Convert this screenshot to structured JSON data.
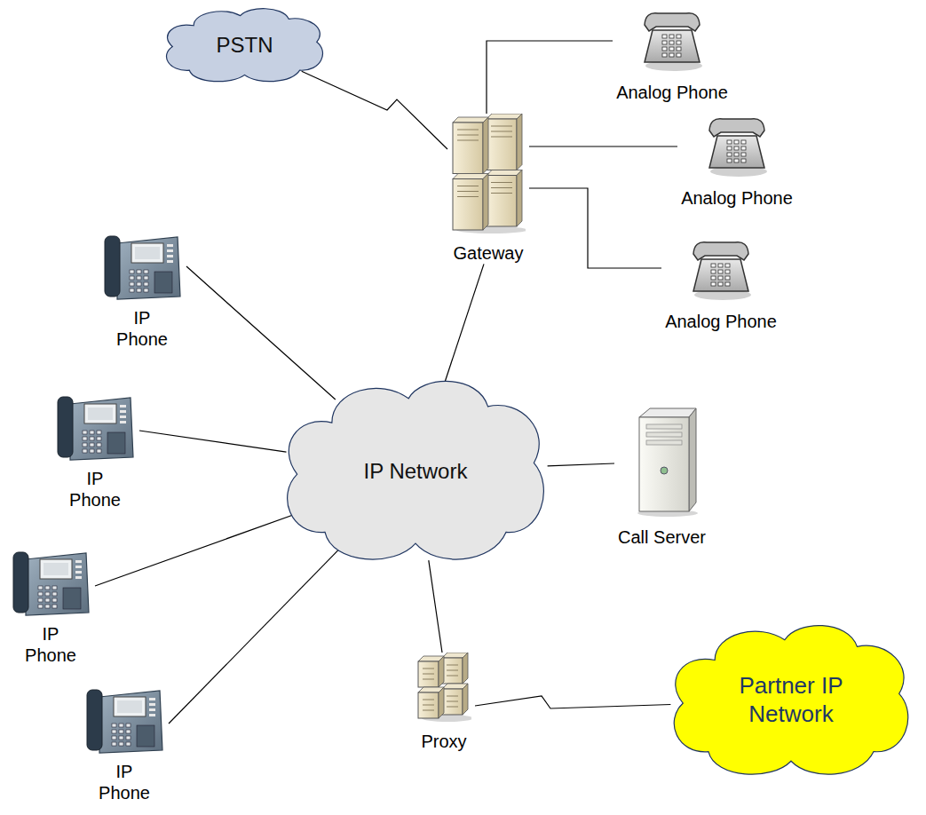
{
  "diagram": {
    "nodes": [
      {
        "text": [
          "PSTN"
        ]
      },
      {
        "text": [
          "Gateway"
        ]
      },
      {
        "text": [
          "Analog Phone"
        ]
      },
      {
        "text": [
          "Analog Phone"
        ]
      },
      {
        "text": [
          "Analog Phone"
        ]
      },
      {
        "text": [
          "IP Phone"
        ]
      },
      {
        "text": [
          "IP Phone"
        ]
      },
      {
        "text": [
          "IP Network"
        ]
      },
      {
        "text": [
          "Call Server"
        ]
      },
      {
        "text": [
          "IP Phone"
        ]
      },
      {
        "text": [
          "IP Phone"
        ]
      },
      {
        "text": [
          "Proxy"
        ]
      },
      {
        "text": [
          "Partner IP Network"
        ]
      }
    ],
    "edges": [
      {
        "from": 0,
        "to": 1,
        "arrow": "none"
      },
      {
        "from": 1,
        "to": 2,
        "arrow": "none"
      },
      {
        "from": 1,
        "to": 3,
        "arrow": "none"
      },
      {
        "from": 1,
        "to": 4,
        "arrow": "none"
      },
      {
        "from": 5,
        "to": 7,
        "arrow": "none"
      },
      {
        "from": 6,
        "to": 7,
        "arrow": "none"
      },
      {
        "from": 9,
        "to": 7,
        "arrow": "none"
      },
      {
        "from": 10,
        "to": 7,
        "arrow": "none"
      },
      {
        "from": 1,
        "to": 7,
        "arrow": "none"
      },
      {
        "from": 7,
        "to": 8,
        "arrow": "none"
      },
      {
        "from": 7,
        "to": 11,
        "arrow": "none"
      },
      {
        "from": 11,
        "to": 12,
        "arrow": "none"
      }
    ]
  }
}
